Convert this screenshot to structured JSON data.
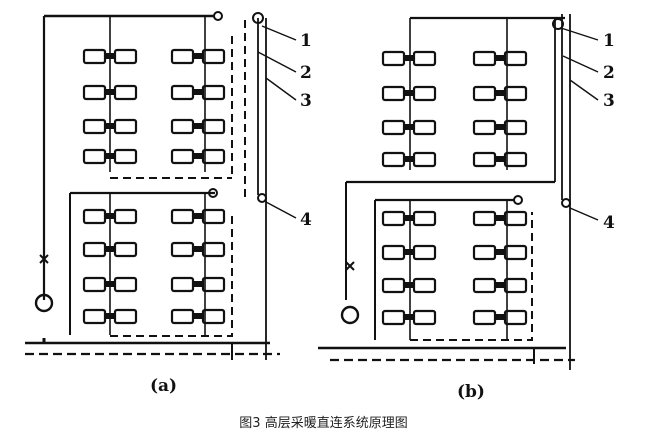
{
  "diagram": {
    "labels": [
      "1",
      "2",
      "3",
      "4"
    ],
    "subfigures": [
      "(a)",
      "(b)"
    ],
    "caption": "图3 高层采暖直连系统原理图"
  }
}
